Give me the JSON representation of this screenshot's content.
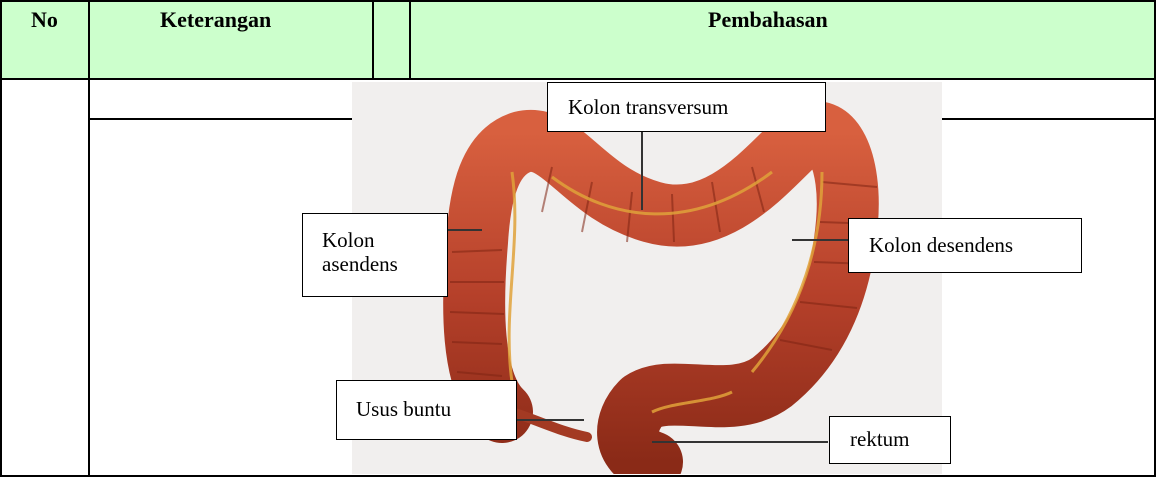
{
  "table": {
    "headers": {
      "no": "No",
      "keterangan": "Keterangan",
      "pembahasan": "Pembahasan"
    },
    "header_bg_color": "#ccffcc"
  },
  "figure": {
    "labels": {
      "kolon_transversum": "Kolon transversum",
      "kolon_asendens_line1": "Kolon",
      "kolon_asendens_line2": "asendens",
      "kolon_desendens": "Kolon desendens",
      "usus_buntu": "Usus buntu",
      "rektum": "rektum"
    },
    "colors": {
      "tissue": "#b5402a",
      "tissue_dark": "#7f2413",
      "tissue_light": "#dc6a4a",
      "vessel": "#e0a23a",
      "background": "#f1efee"
    }
  }
}
